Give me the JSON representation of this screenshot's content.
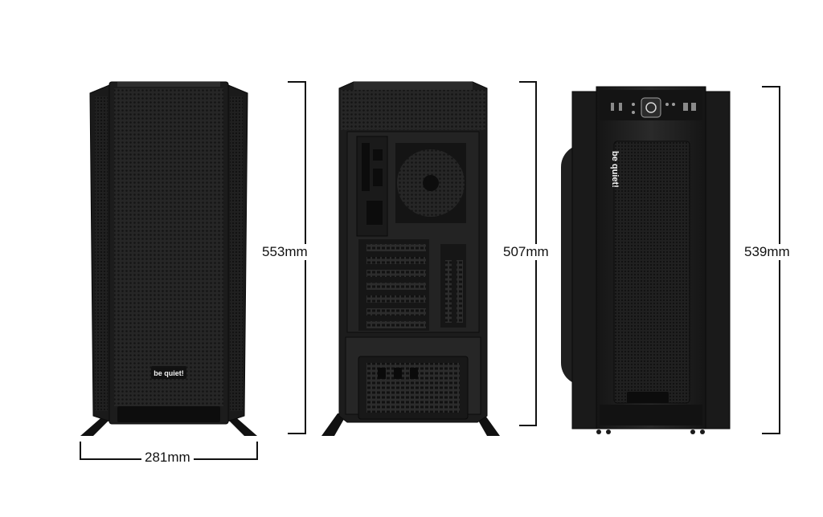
{
  "dimensions": {
    "width": "281mm",
    "front_height": "553mm",
    "back_height": "507mm",
    "side_height": "539mm"
  },
  "brand": {
    "front_logo": "be quiet!",
    "side_logo": "be quiet!"
  },
  "colors": {
    "case_body": "#1c1c1c",
    "mesh": "#2a2a2a",
    "dimension_line": "#111111",
    "background": "#ffffff"
  }
}
